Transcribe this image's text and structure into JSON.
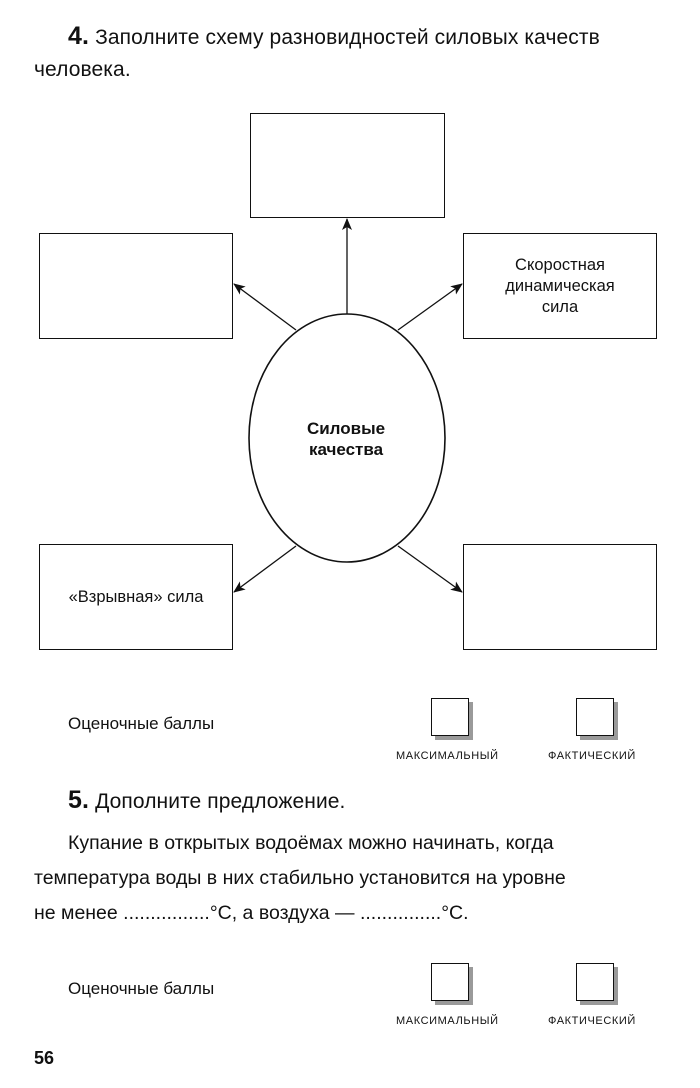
{
  "task4": {
    "number": "4.",
    "title": "Заполните схему разновидностей силовых качеств человека.",
    "diagram": {
      "center": "Силовые\nкачества",
      "boxes": {
        "top": "",
        "left_top": "",
        "right_top": "Скоростная\nдинамическая\nсила",
        "left_bottom": "«Взрывная» сила",
        "right_bottom": ""
      }
    },
    "score": {
      "label": "Оценочные баллы",
      "max_caption": "МАКСИМАЛЬНЫЙ",
      "fact_caption": "ФАКТИЧЕСКИЙ"
    }
  },
  "task5": {
    "number": "5.",
    "title": "Дополните предложение.",
    "lines": [
      "Купание в открытых водоёмах можно начинать, когда",
      "температура воды в них стабильно установится на уровне",
      "не менее ................°С, а воздуха — ...............°С."
    ],
    "score": {
      "label": "Оценочные баллы",
      "max_caption": "МАКСИМАЛЬНЫЙ",
      "fact_caption": "ФАКТИЧЕСКИЙ"
    }
  },
  "page_number": "56"
}
